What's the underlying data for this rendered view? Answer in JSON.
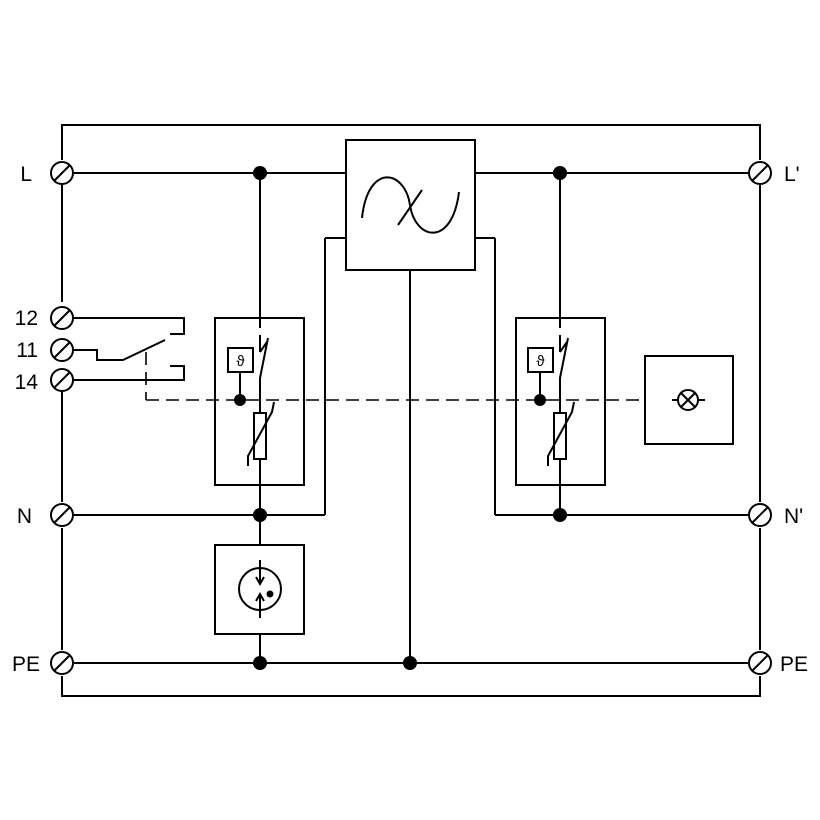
{
  "terminals": {
    "left": {
      "l": "L",
      "r12": "12",
      "r11": "11",
      "r14": "14",
      "n": "N",
      "pe": "PE"
    },
    "right": {
      "l": "L'",
      "n": "N'",
      "pe": "PE"
    }
  },
  "thermal_symbol": "ϑ"
}
